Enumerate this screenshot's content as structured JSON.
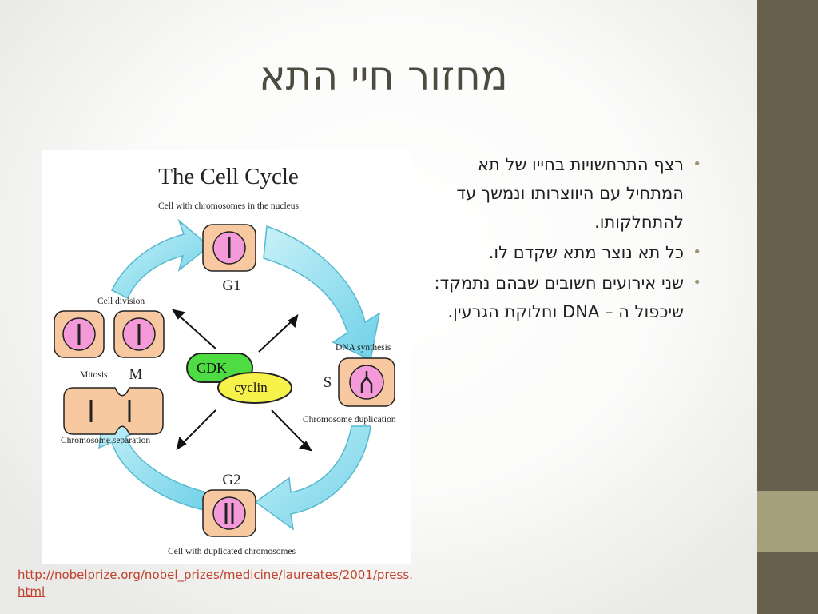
{
  "slide": {
    "title": "מחזור חיי התא",
    "bullets": [
      "רצף התרחשויות בחייו של תא המתחיל עם היווצרותו ונמשך עד להתחלקותו.",
      "כל תא נוצר מתא שקדם לו.",
      "שני אירועים חשובים שבהם נתמקד: שיכפול ה – DNA וחלוקת הגרעין."
    ],
    "link": "http://nobelprize.org/nobel_prizes/medicine/laureates/2001/press.html"
  },
  "figure": {
    "title": "The Cell Cycle",
    "labels": {
      "top": "Cell with chromosomes in the nucleus",
      "g1": "G1",
      "dna_synthesis": "DNA synthesis",
      "s": "S",
      "chromosome_duplication": "Chromosome duplication",
      "g2": "G2",
      "bottom": "Cell with duplicated chromosomes",
      "chromosome_separation": "Chromosome separation",
      "mitosis": "Mitosis",
      "m": "M",
      "cell_division": "Cell division",
      "cdk": "CDK",
      "cyclin": "cyclin"
    }
  },
  "colors": {
    "sidebar": "#675f4b",
    "sidebar_accent": "#a59f7c",
    "bullet": "#9e9473",
    "link": "#c0422e",
    "cell_fill": "#f8c9a0",
    "nucleus_fill": "#f49ad8",
    "cdk_fill": "#4fdc43",
    "cyclin_fill": "#f6f24a",
    "arrow_fill": "#7fd6ea"
  }
}
